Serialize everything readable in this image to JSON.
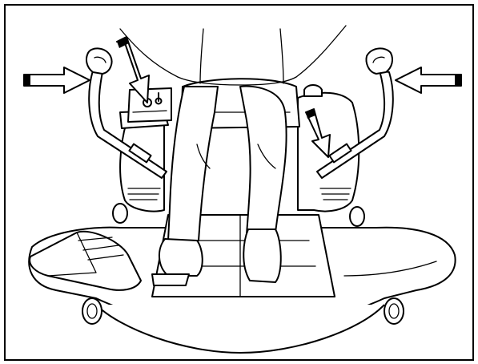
{
  "figure": {
    "icons": [
      "lever-push-arrow-left",
      "lever-push-arrow-right",
      "lever-down-arrow",
      "console-down-arrow"
    ]
  }
}
